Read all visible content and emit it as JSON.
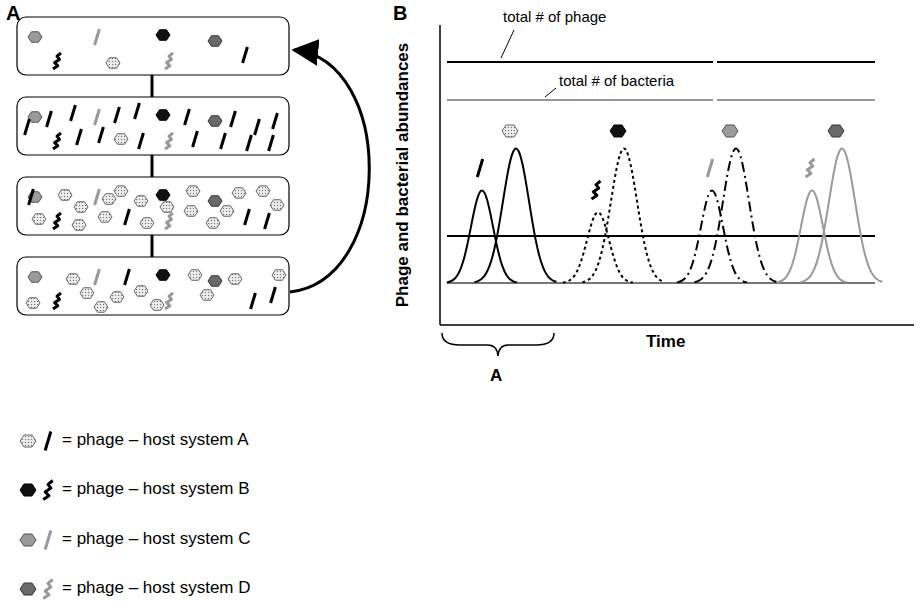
{
  "diagram": {
    "labels": [
      "A",
      "B",
      "total # of phage",
      "total # of bacteria",
      "Phage and bacterial abundances",
      "Time",
      "A"
    ],
    "legend": [
      {
        "text": "= phage – host system A"
      },
      {
        "text": "= phage – host system B"
      },
      {
        "text": "= phage – host system C"
      },
      {
        "text": "= phage – host system D"
      }
    ]
  }
}
